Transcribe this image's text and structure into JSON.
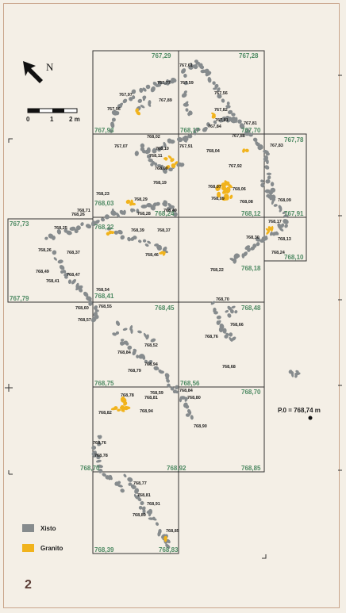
{
  "figure_number": "2",
  "north_label": "N",
  "scale": {
    "ticks": [
      "0",
      "1",
      "2 m"
    ]
  },
  "reference_point": "P.0 = 768,74 m",
  "legend": [
    {
      "label": "Xisto",
      "color": "#868b8d"
    },
    {
      "label": "Granito",
      "color": "#f1b31c"
    }
  ],
  "grid_elevations": [
    "767,29",
    "767,28",
    "767,93",
    "768,17",
    "767,70",
    "767,78",
    "768,03",
    "768,24",
    "768,12",
    "767,91",
    "767,73",
    "768,22",
    "768,18",
    "768,10",
    "767,79",
    "768,41",
    "768,45",
    "768,48",
    "768,75",
    "768,56",
    "768,70",
    "768,70",
    "768,92",
    "768,85",
    "768,39",
    "768,83"
  ],
  "point_elevations": [
    "767,61",
    "767,77",
    "767,59",
    "767,56",
    "767,97",
    "767,89",
    "767,82",
    "767,96",
    "767,81",
    "767,84",
    "767,81",
    "767,88",
    "768,02",
    "767,91",
    "767,07",
    "768,10",
    "768,11",
    "768,04",
    "767,92",
    "768,00",
    "767,83",
    "768,19",
    "768,07",
    "768,06",
    "768,09",
    "768,08",
    "768,09",
    "768,23",
    "768,29",
    "768,71",
    "768,28",
    "768,40",
    "768,26",
    "768,39",
    "768,37",
    "768,25",
    "768,17",
    "768,13",
    "768,30",
    "768,24",
    "768,26",
    "768,37",
    "768,46",
    "768,22",
    "768,49",
    "768,47",
    "768,41",
    "768,54",
    "768,60",
    "768,55",
    "768,57",
    "768,70",
    "768,66",
    "768,76",
    "768,84",
    "768,52",
    "768,94",
    "768,79",
    "768,68",
    "768,59",
    "768,84",
    "768,78",
    "768,81",
    "768,80",
    "768,82",
    "768,94",
    "768,90",
    "768,76",
    "768,78",
    "768,77",
    "768,81",
    "768,91",
    "768,89",
    "768,85"
  ]
}
